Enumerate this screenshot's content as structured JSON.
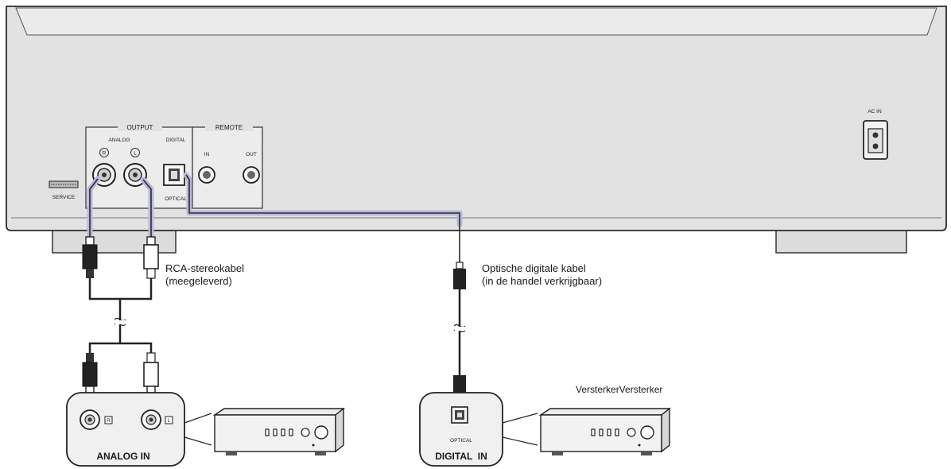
{
  "player": {
    "output_label": "OUTPUT",
    "remote_label": "REMOTE",
    "analog_label": "ANALOG",
    "digital_label": "DIGITAL",
    "optical_label": "OPTICAL",
    "right_channel": "R",
    "left_channel": "L",
    "remote_in": "IN",
    "remote_out": "OUT",
    "service_label": "SERVICE",
    "ac_in_label": "AC IN"
  },
  "cables": {
    "rca_line1": "RCA-stereokabel",
    "rca_line2": "(meegeleverd)",
    "optical_line1": "Optische digitale kabel",
    "optical_line2": "(in de handel verkrijgbaar)"
  },
  "amplifiers": {
    "title": "VersterkerVersterker",
    "analog_in": "ANALOG IN",
    "digital_in": "DIGITAL  IN",
    "optical_small": "OPTICAL",
    "analog_r": "R",
    "analog_l": "L"
  },
  "colors": {
    "panel": "#e3e3e3",
    "outline": "#333333",
    "cable_highlight": "#b9b8dc"
  }
}
